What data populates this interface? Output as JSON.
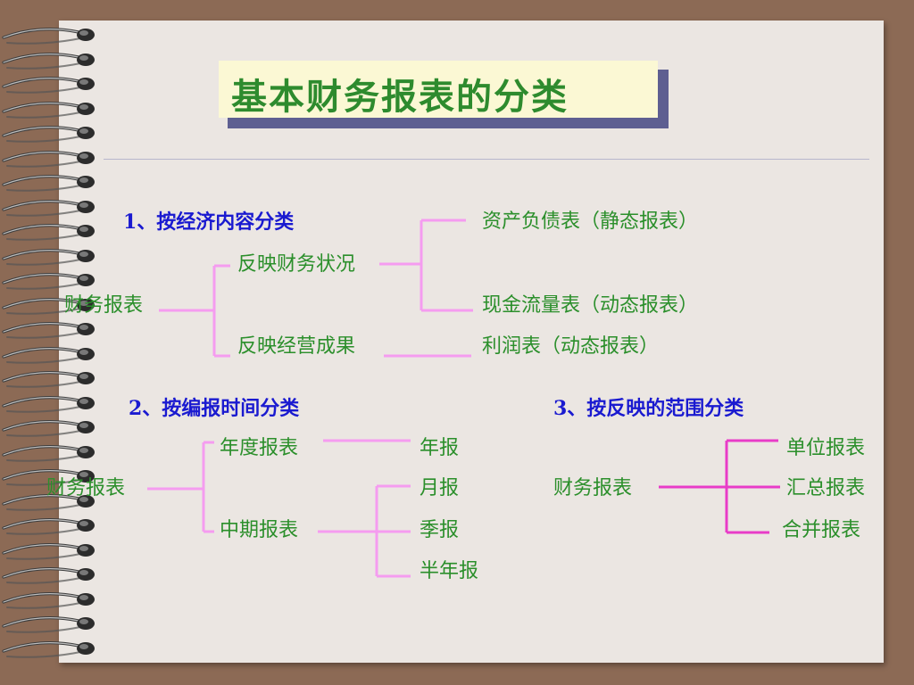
{
  "slide": {
    "title": "基本财务报表的分类",
    "colors": {
      "heading": "#1a1ad0",
      "label": "#2b8f2b",
      "connector_light": "#f59cf0",
      "connector_strong": "#e83cc8",
      "title_text": "#2e8b2e",
      "title_background": "#fbf8d4",
      "title_shadow": "#5e5f91",
      "page": "#ebe6e2",
      "frame": "#8c6a55"
    },
    "icons": [
      "spiral-binding-ring-icon"
    ]
  },
  "section1": {
    "heading": "1、按经济内容分类",
    "root": "财务报表",
    "branches": [
      {
        "label": "反映财务状况",
        "children": [
          "资产负债表（静态报表）",
          "现金流量表（动态报表）"
        ]
      },
      {
        "label": "反映经营成果",
        "children": [
          "利润表（动态报表）"
        ]
      }
    ]
  },
  "section2": {
    "heading": "2、按编报时间分类",
    "root": "财务报表",
    "branches": [
      {
        "label": "年度报表",
        "children": [
          "年报"
        ]
      },
      {
        "label": "中期报表",
        "children": [
          "月报",
          "季报",
          "半年报"
        ]
      }
    ]
  },
  "section3": {
    "heading": "3、按反映的范围分类",
    "root": "财务报表",
    "children": [
      "单位报表",
      "汇总报表",
      "合并报表"
    ]
  }
}
